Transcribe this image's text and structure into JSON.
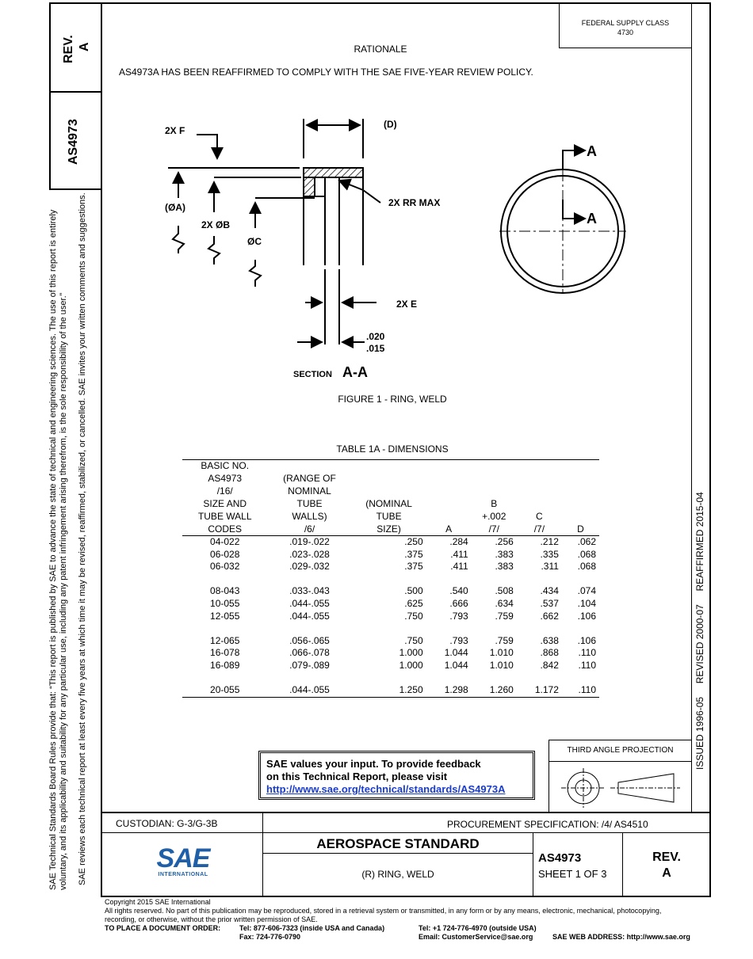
{
  "header": {
    "federal_supply_class_label": "FEDERAL SUPPLY CLASS",
    "federal_supply_class_value": "4730",
    "rev_label": "REV.",
    "rev_value": "A",
    "doc_number": "AS4973"
  },
  "rationale": {
    "heading": "RATIONALE",
    "text": "AS4973A HAS BEEN REAFFIRMED TO COMPLY WITH THE SAE FIVE-YEAR REVIEW POLICY."
  },
  "figure": {
    "labels": {
      "f": "2X F",
      "d": "(D)",
      "a": "(ØA)",
      "b": "2X ØB",
      "c": "ØC",
      "rr": "2X RR MAX",
      "e": "2X E",
      "dim1": ".020",
      "dim2": ".015",
      "section_prefix": "SECTION",
      "section_name": "A-A",
      "arrow_top": "A",
      "arrow_bottom": "A"
    },
    "caption": "FIGURE 1 - RING, WELD"
  },
  "table": {
    "title": "TABLE 1A - DIMENSIONS",
    "headers": [
      [
        "BASIC NO.",
        "AS4973",
        "/16/",
        "SIZE AND",
        "TUBE WALL",
        "CODES"
      ],
      [
        "(RANGE OF",
        "NOMINAL",
        "TUBE",
        "WALLS)",
        "/6/"
      ],
      [
        "(NOMINAL",
        "TUBE",
        "SIZE)"
      ],
      [
        "A"
      ],
      [
        "B",
        "+.002",
        "/7/"
      ],
      [
        "C",
        "/7/"
      ],
      [
        "D"
      ]
    ],
    "rows": [
      [
        "04-022",
        ".019-.022",
        ".250",
        ".284",
        ".256",
        ".212",
        ".062"
      ],
      [
        "06-028",
        ".023-.028",
        ".375",
        ".411",
        ".383",
        ".335",
        ".068"
      ],
      [
        "06-032",
        ".029-.032",
        ".375",
        ".411",
        ".383",
        ".311",
        ".068"
      ],
      null,
      [
        "08-043",
        ".033-.043",
        ".500",
        ".540",
        ".508",
        ".434",
        ".074"
      ],
      [
        "10-055",
        ".044-.055",
        ".625",
        ".666",
        ".634",
        ".537",
        ".104"
      ],
      [
        "12-055",
        ".044-.055",
        ".750",
        ".793",
        ".759",
        ".662",
        ".106"
      ],
      null,
      [
        "12-065",
        ".056-.065",
        ".750",
        ".793",
        ".759",
        ".638",
        ".106"
      ],
      [
        "16-078",
        ".066-.078",
        "1.000",
        "1.044",
        "1.010",
        ".868",
        ".110"
      ],
      [
        "16-089",
        ".079-.089",
        "1.000",
        "1.044",
        "1.010",
        ".842",
        ".110"
      ],
      null,
      [
        "20-055",
        ".044-.055",
        "1.250",
        "1.298",
        "1.260",
        "1.172",
        ".110"
      ]
    ]
  },
  "feedback": {
    "line1": "SAE values your input. To provide feedback",
    "line2": "on this Technical Report, please visit",
    "link": "http://www.sae.org/technical/standards/AS4973A"
  },
  "third_angle": "THIRD ANGLE PROJECTION",
  "right_margin": "ISSUED 1996-05     REVISED 2000-07     REAFFIRMED 2015-04",
  "left_margin": {
    "line1": "SAE Technical Standards Board Rules provide that: “This report is published by SAE to advance the state of technical and engineering sciences. The use of this report is entirely",
    "line2": "voluntary, and its applicability and suitability for any particular use, including any patent infringement arising therefrom, is the sole responsibility of the user.”",
    "line3": "SAE reviews each technical report at least every five years at which time it may be revised, reaffirmed, stabilized, or cancelled. SAE invites your written comments and suggestions."
  },
  "title_block": {
    "custodian": "CUSTODIAN: G-3/G-3B",
    "procurement": "PROCUREMENT SPECIFICATION: /4/ AS4510",
    "standard": "AEROSPACE STANDARD",
    "title": "(R) RING, WELD",
    "doc_number": "AS4973",
    "sheet": "SHEET 1 OF 3",
    "rev_label": "REV.",
    "rev_value": "A",
    "logo_text": "SAE",
    "logo_sub": "INTERNATIONAL"
  },
  "footer": {
    "copyright": "Copyright 2015 SAE International",
    "rights1": "All rights reserved. No part of this publication may be reproduced, stored in a retrieval system or transmitted, in any form or by any means, electronic, mechanical, photocopying,",
    "rights2": "recording, or otherwise, without the prior written permission of SAE.",
    "order_label": "TO PLACE A DOCUMENT ORDER:",
    "tel_us": "Tel:  877-606-7323 (inside USA and Canada)",
    "fax": "Fax:  724-776-0790",
    "tel_out": "Tel:  +1 724-776-4970 (outside USA)",
    "email": "Email: CustomerService@sae.org",
    "web": "SAE WEB ADDRESS: http://www.sae.org"
  },
  "colors": {
    "link": "#1a3ccc",
    "logo": "#1f5fa8",
    "ink": "#000000"
  }
}
